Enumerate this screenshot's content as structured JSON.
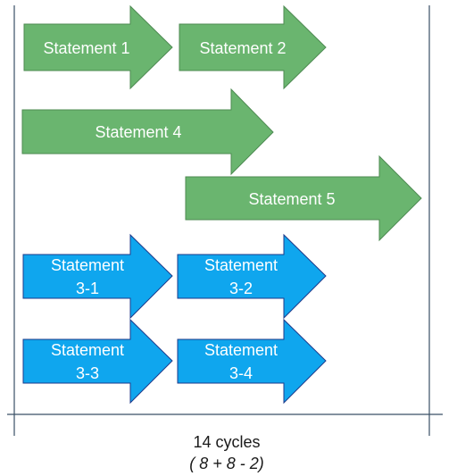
{
  "colors": {
    "green_fill": "#6ab56f",
    "green_stroke": "#4e8a52",
    "blue_fill": "#0fa6ee",
    "blue_stroke": "#1e3a8a",
    "line": "#3a4f66"
  },
  "arrows": {
    "s1": {
      "label": "Statement 1"
    },
    "s2": {
      "label": "Statement 2"
    },
    "s4": {
      "label": "Statement 4"
    },
    "s5": {
      "label": "Statement 5"
    },
    "s31": {
      "line1": "Statement",
      "line2": "3-1"
    },
    "s32": {
      "line1": "Statement",
      "line2": "3-2"
    },
    "s33": {
      "line1": "Statement",
      "line2": "3-3"
    },
    "s34": {
      "line1": "Statement",
      "line2": "3-4"
    }
  },
  "caption": {
    "cycles": "14 cycles",
    "formula": "( 8 + 8 - 2)"
  }
}
